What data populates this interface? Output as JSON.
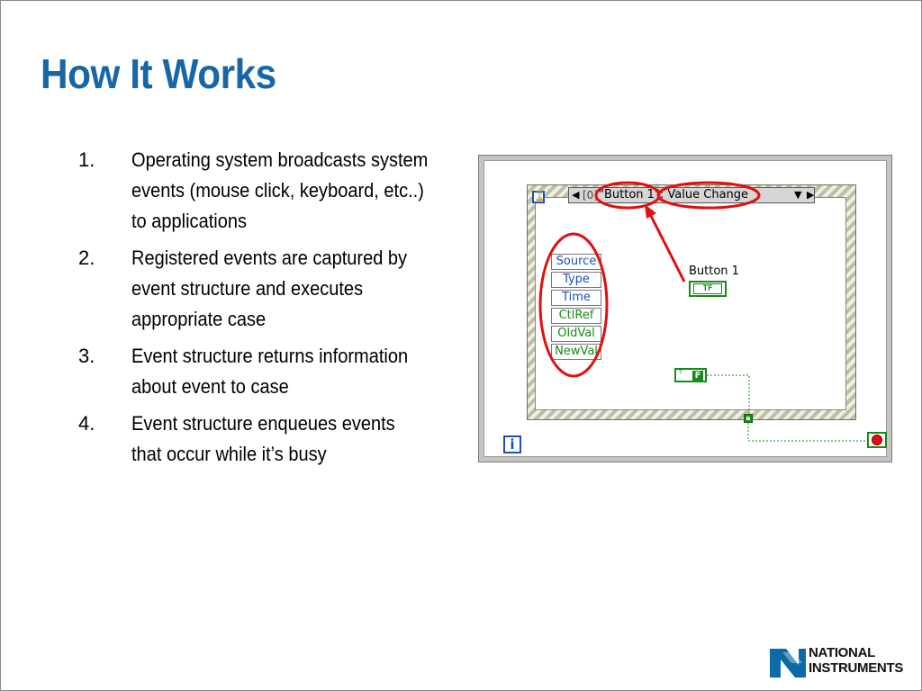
{
  "slide": {
    "title": "How It Works",
    "steps": [
      {
        "num": "1.",
        "text": "Operating system broadcasts system events (mouse click, keyboard, etc..) to applications"
      },
      {
        "num": "2.",
        "text": "Registered events are captured by event structure and executes appropriate case"
      },
      {
        "num": "3.",
        "text": "Event structure returns information about event to case"
      },
      {
        "num": "4.",
        "text": "Event structure enqueues events that occur while it’s busy"
      }
    ]
  },
  "diagram": {
    "selector": {
      "index_label": "[0]",
      "case_label": "\"Button 1\": Value Change"
    },
    "event_data_terminals": [
      {
        "label": "Source",
        "color": "#1c4fb8"
      },
      {
        "label": "Type",
        "color": "#1c4fb8"
      },
      {
        "label": "Time",
        "color": "#1c4fb8"
      },
      {
        "label": "CtlRef",
        "color": "#168c16"
      },
      {
        "label": "OldVal",
        "color": "#168c16"
      },
      {
        "label": "NewVal",
        "color": "#168c16"
      }
    ],
    "control_label": "Button 1",
    "indicator_text": "TF",
    "constant_text": "F",
    "iteration_symbol": "i",
    "timeout_symbol": "⌛",
    "highlight_color": "#e01010",
    "wire_color": "#168c16"
  },
  "logo": {
    "line1": "NATIONAL",
    "line2": "INSTRUMENTS"
  }
}
